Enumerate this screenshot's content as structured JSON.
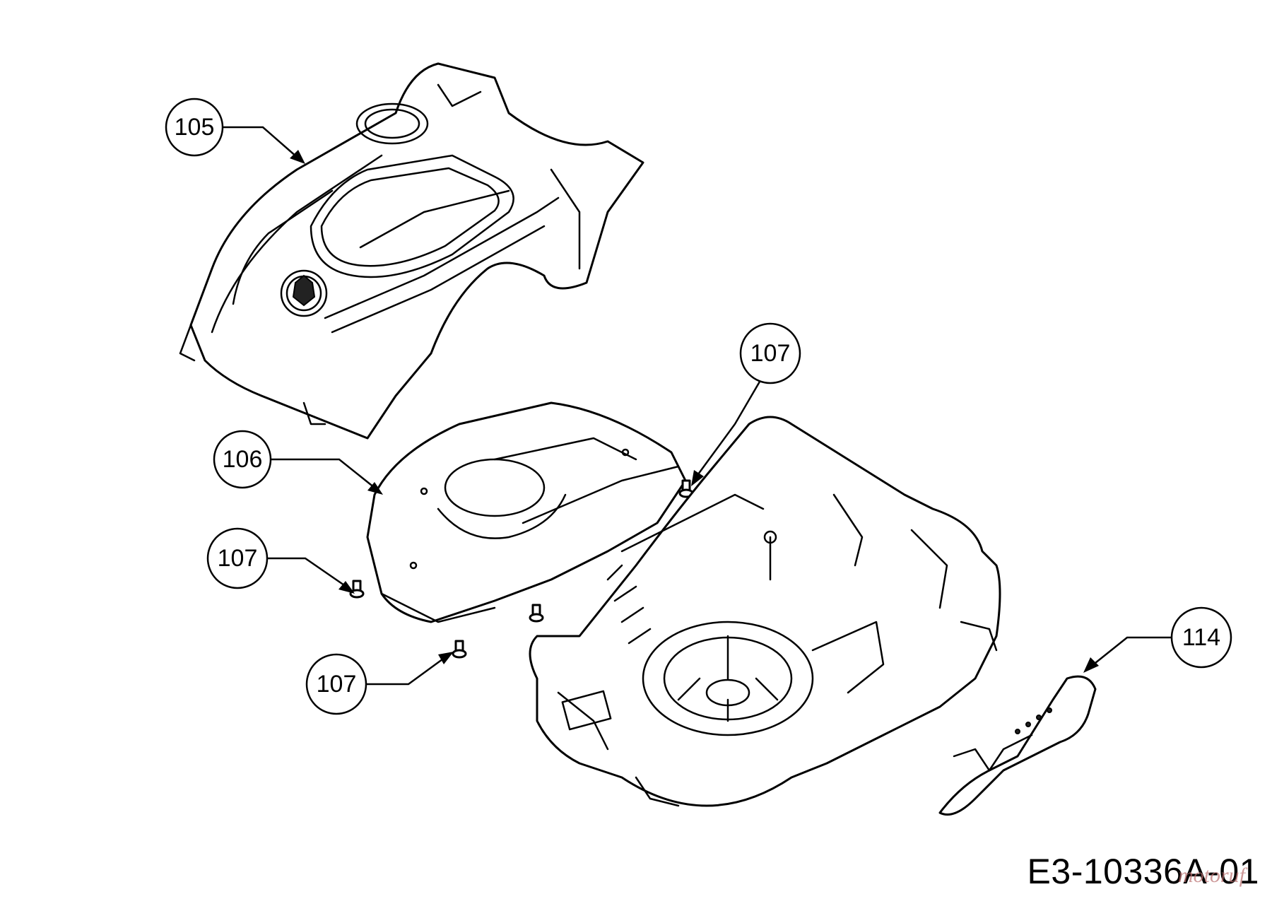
{
  "callouts": [
    {
      "label": "105"
    },
    {
      "label": "106"
    },
    {
      "label": "107"
    },
    {
      "label": "107"
    },
    {
      "label": "107"
    },
    {
      "label": "114"
    }
  ],
  "drawing_code": "E3-10336A-01",
  "watermark": "motoruf"
}
